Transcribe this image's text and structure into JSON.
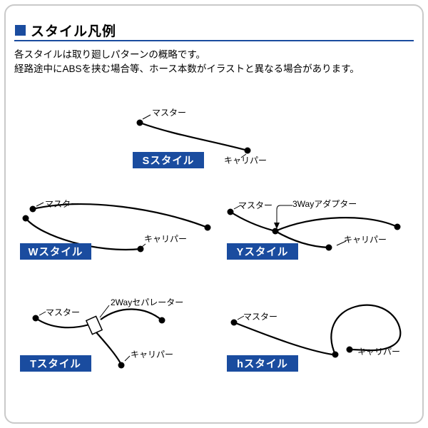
{
  "page": {
    "title": "スタイル凡例",
    "description_line1": "各スタイルは取り廻しパターンの概略です。",
    "description_line2": "経路途中にABSを挟む場合等、ホース本数がイラストと異なる場合があります。"
  },
  "colors": {
    "accent_blue": "#1a4c9f",
    "hose_black": "#000000",
    "frame_gray": "#c9c9c9"
  },
  "labels": {
    "master": "マスター",
    "caliper": "キャリパー",
    "three_way_adapter": "3Wayアダプター",
    "two_way_separator": "2Wayセパレーター"
  },
  "styles": [
    {
      "name": "Sスタイル"
    },
    {
      "name": "Wスタイル"
    },
    {
      "name": "Yスタイル"
    },
    {
      "name": "Tスタイル"
    },
    {
      "name": "hスタイル"
    }
  ]
}
